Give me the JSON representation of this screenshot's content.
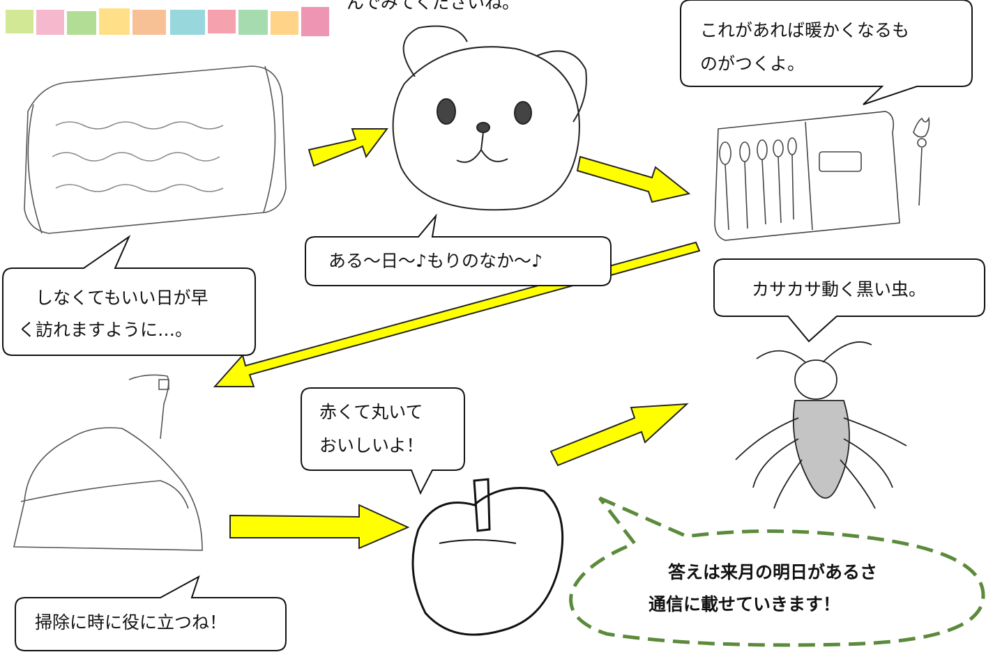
{
  "top_fragment": "んでみてくださいね。",
  "bubbles": {
    "futon": "しなくてもいい日が早\nく訪れますように…。",
    "bear": "ある〜日〜♪もりのなか〜♪",
    "makeup": "これがあれば暖かくなるも\nのがつくよ。",
    "bug": "カサカサ動く黒い虫。",
    "apple": "赤くて丸いて\nおいしいよ！",
    "dustpan": "掃除に時に役に立つね！"
  },
  "answer_note": {
    "line1": "答えは来月の明日があるさ",
    "line2": "通信に載せていきます！"
  },
  "colors": {
    "arrow": "#ffff00",
    "note_border": "#5a8a3a"
  }
}
